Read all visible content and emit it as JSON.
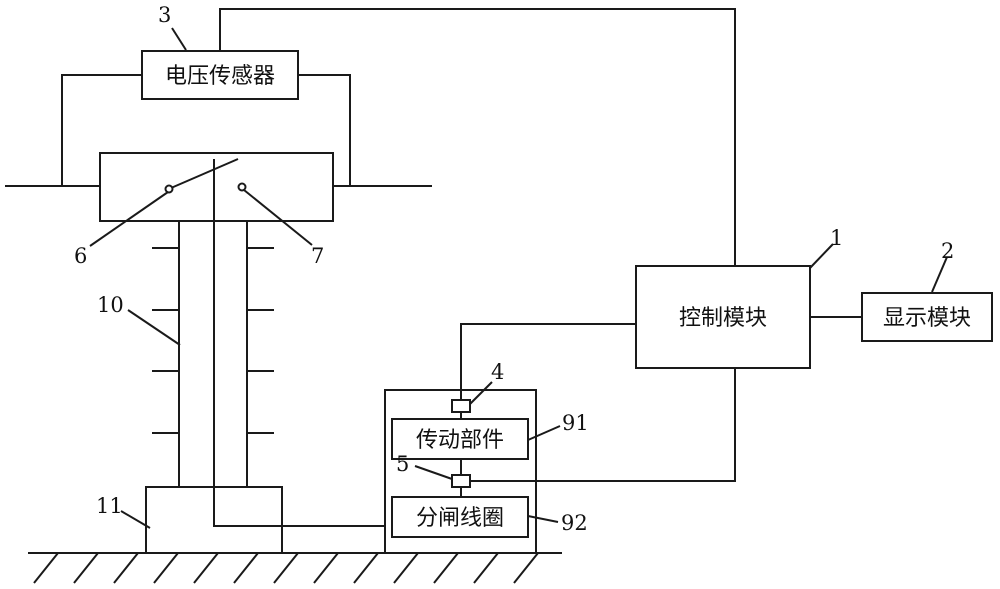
{
  "blocks": {
    "voltage_sensor": "电压传感器",
    "control_module": "控制模块",
    "display_module": "显示模块",
    "transmission_part": "传动部件",
    "trip_coil": "分闸线圈"
  },
  "reference_numerals": {
    "control_module": "1",
    "display_module": "2",
    "voltage_sensor": "3",
    "sensor_4": "4",
    "sensor_5": "5",
    "moving_contact": "6",
    "static_contact": "7",
    "transmission_part": "91",
    "trip_coil": "92",
    "insulator_column": "10",
    "base": "11"
  }
}
